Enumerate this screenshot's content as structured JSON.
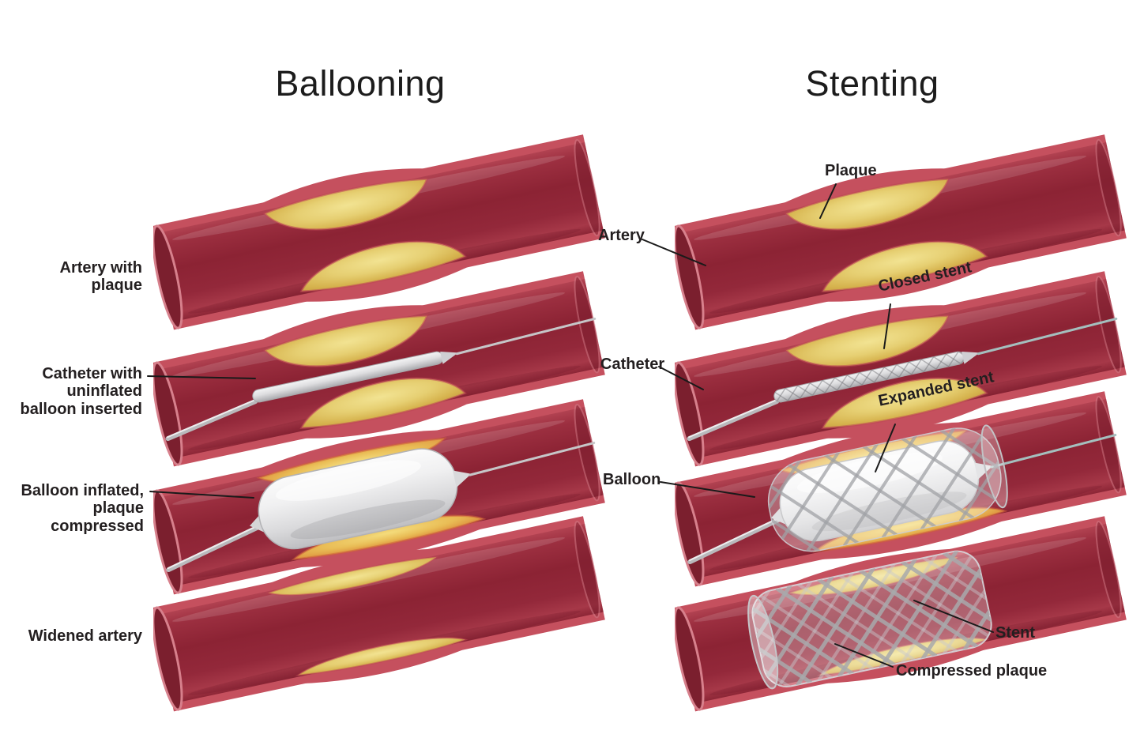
{
  "ballooning": {
    "title": "Ballooning",
    "steps": [
      {
        "name": "artery-with-plaque",
        "label": "Artery with\nplaque"
      },
      {
        "name": "catheter-with-uninflated-balloon",
        "label": "Catheter with\nuninflated\nballoon inserted"
      },
      {
        "name": "balloon-inflated",
        "label": "Balloon inflated,\nplaque\ncompressed"
      },
      {
        "name": "widened-artery",
        "label": "Widened artery"
      }
    ]
  },
  "stenting": {
    "title": "Stenting",
    "annotations": [
      {
        "name": "plaque",
        "label": "Plaque"
      },
      {
        "name": "artery",
        "label": "Artery"
      },
      {
        "name": "closed-stent",
        "label": "Closed stent"
      },
      {
        "name": "catheter",
        "label": "Catheter"
      },
      {
        "name": "expanded-stent",
        "label": "Expanded stent"
      },
      {
        "name": "balloon",
        "label": "Balloon"
      },
      {
        "name": "stent",
        "label": "Stent"
      },
      {
        "name": "compressed-plaque",
        "label": "Compressed plaque"
      }
    ]
  },
  "colors": {
    "background": "#ffffff",
    "artery_wall": "#c5505e",
    "artery_lumen_dark": "#8c2334",
    "artery_lumen_light": "#b14251",
    "plaque_yellow": "#e6cf72",
    "compressed_plaque_orange": "#e9bc55",
    "balloon_grey": "#e8e8ea",
    "stent_mesh_grey": "#a8a9ac",
    "guidewire_teal": "#a4bfbe",
    "catheter_grey": "#c6c6c8",
    "label_text": "#231f20",
    "leader_line": "#1a1a1a"
  }
}
